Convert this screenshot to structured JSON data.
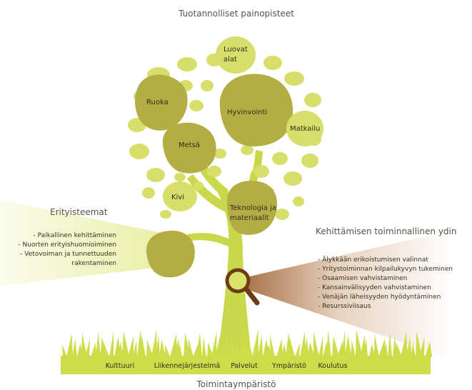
{
  "title": "Tuotannolliset painopisteet",
  "footer": "Toimintaympäristö",
  "colors": {
    "light_leaf": "#d7de6a",
    "dark_leaf": "#b3ad44",
    "trunk": "#c9d84a",
    "grass": "#cddc49",
    "left_beam": "#eef2c0",
    "right_beam": "#b4825a",
    "lens": "#d8e46a",
    "handle": "#6e3b17"
  },
  "nodes": {
    "luovat_alat": [
      "Luovat",
      "alat"
    ],
    "ruoka": "Ruoka",
    "hyvinvointi": "Hyvinvointi",
    "matkailu": "Matkailu",
    "metsa": "Metsä",
    "kivi": "Kivi",
    "teknologia": [
      "Teknologia ja",
      "materiaalit"
    ]
  },
  "left_panel": {
    "title": "Erityisteemat",
    "items": [
      "- Paikallinen kehittäminen",
      "- Nuorten erityishuomioiminen",
      "- Vetovoiman ja tunnettuuden",
      "rakentaminen"
    ]
  },
  "right_panel": {
    "title": "Kehittämisen toiminnallinen ydin",
    "items": [
      "- Älykkään erikoistumisen valinnat",
      "- Yritystoiminnan kilpailukyvyn tukeminen",
      "- Osaamisen vahvistaminen",
      "- Kansainvälisyyden vahvistaminen",
      "- Venäjän läheisyyden hyödyntäminen",
      "- Resurssiviisaus"
    ]
  },
  "ground_items": [
    "Kulttuuri",
    "Liikennejärjestelmä",
    "Palvelut",
    "Ympäristö",
    "Koulutus"
  ]
}
